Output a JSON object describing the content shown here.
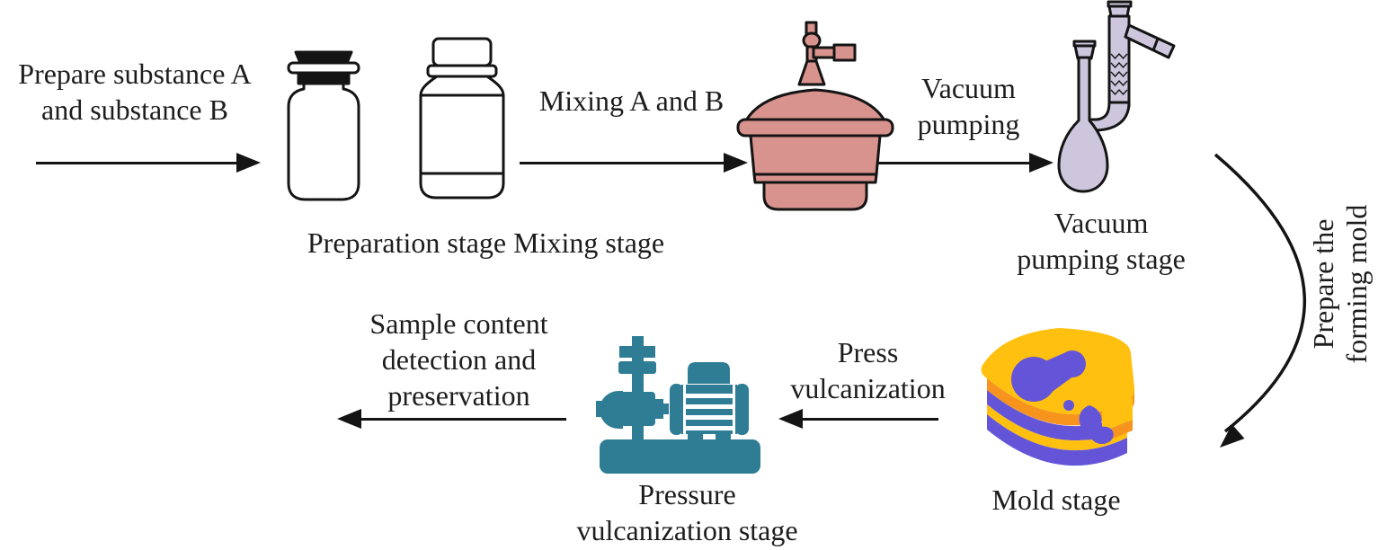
{
  "labels": {
    "prepare_substances": [
      "Prepare substance A",
      "and substance B"
    ],
    "mixing_ab": "Mixing A and B",
    "preparation_stage": "Preparation stage",
    "mixing_stage": "Mixing stage",
    "vacuum_pumping": [
      "Vacuum",
      "pumping"
    ],
    "vacuum_pumping_stage": [
      "Vacuum",
      "pumping stage"
    ],
    "prepare_forming_mold": [
      "Prepare the",
      "forming mold"
    ],
    "mold_stage": "Mold stage",
    "press_vulcanization": [
      "Press",
      "vulcanization"
    ],
    "pressure_vulcanization_stage": [
      "Pressure",
      "vulcanization stage"
    ],
    "sample_detection": [
      "Sample content",
      "detection and",
      "preservation"
    ]
  },
  "colors": {
    "background": "#ffffff",
    "text": "#1d1d1d",
    "arrow": "#141414",
    "outline": "#141414",
    "bottle_fill": "#ffffff",
    "desiccator": "#d9938e",
    "flask": "#cdc6dc",
    "press": "#2e7d95",
    "mold_yellow": "#ffc010",
    "mold_orange": "#f7941e",
    "mold_purple": "#6455d8"
  }
}
